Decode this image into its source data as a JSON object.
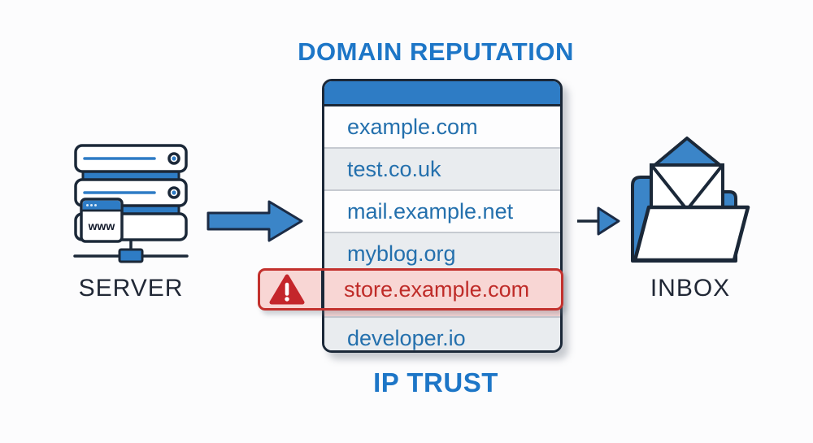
{
  "diagram": {
    "title": "DOMAIN REPUTATION",
    "subtitle": "IP TRUST",
    "server": {
      "label": "SERVER",
      "browser_text": "www"
    },
    "inbox": {
      "label": "INBOX"
    },
    "window": {
      "rows": [
        {
          "name": "example.com",
          "flagged": false
        },
        {
          "name": "test.co.uk",
          "flagged": false
        },
        {
          "name": "mail.example.net",
          "flagged": false
        },
        {
          "name": "myblog.org",
          "flagged": false
        },
        {
          "name": "store.example.com",
          "flagged": true
        },
        {
          "name": "developer.io",
          "flagged": false
        }
      ]
    },
    "icons": [
      "server-icon",
      "www-browser-icon",
      "arrow-right-icon",
      "small-arrow-right-icon",
      "warning-triangle-icon",
      "inbox-folder-icon",
      "envelope-icon"
    ],
    "colors": {
      "accent_blue": "#2e7cc5",
      "arrow_blue": "#3b85c8",
      "outline_dark": "#1b2838",
      "domain_text_blue": "#2470ad",
      "title_blue": "#1d76c7",
      "flag_red": "#c3312d",
      "flag_text_red": "#bf2b28",
      "flag_bg_pink": "#f8d6d4",
      "row_alt_gray": "#e9ecef"
    }
  }
}
